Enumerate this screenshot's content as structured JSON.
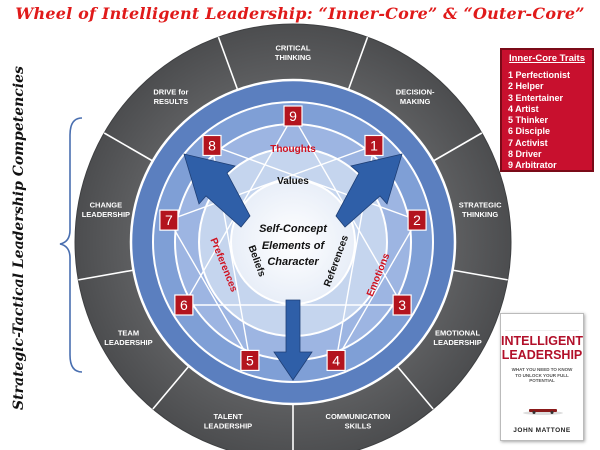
{
  "title": "Wheel of Intelligent Leadership: “Inner-Core” & “Outer-Core”",
  "side_title": "Strategic-Tactical Leadership Competencies",
  "outer_segments": [
    {
      "label": "CRITICAL\nTHINKING"
    },
    {
      "label": "DECISION-\nMAKING"
    },
    {
      "label": "STRATEGIC\nTHINKING"
    },
    {
      "label": "EMOTIONAL\nLEADERSHIP"
    },
    {
      "label": "COMMUNICATION\nSKILLS"
    },
    {
      "label": "TALENT\nLEADERSHIP"
    },
    {
      "label": "TEAM\nLEADERSHIP"
    },
    {
      "label": "CHANGE\nLEADERSHIP"
    },
    {
      "label": "DRIVE for\nRESULTS"
    }
  ],
  "rings": {
    "thoughts": "Thoughts",
    "values": "Values",
    "beliefs": "Beliefs",
    "preferences": "Preferences",
    "references": "References",
    "emotions": "Emotions"
  },
  "core": {
    "line1": "Self-Concept",
    "line2": "Elements of",
    "line3": "Character"
  },
  "enneagram_numbers": [
    "1",
    "2",
    "3",
    "4",
    "5",
    "6",
    "7",
    "8",
    "9"
  ],
  "traits_box": {
    "heading": "Inner-Core Traits",
    "items": [
      "1 Perfectionist",
      "2 Helper",
      "3 Entertainer",
      "4 Artist",
      "5 Thinker",
      "6 Disciple",
      "7 Activist",
      "8 Driver",
      "9 Arbitrator"
    ]
  },
  "book": {
    "top_text": "",
    "title_line1": "INTELLIGENT",
    "title_line2": "LEADERSHIP",
    "subtitle": "WHAT YOU NEED TO KNOW TO UNLOCK YOUR FULL POTENTIAL",
    "author": "JOHN MATTONE"
  },
  "colors": {
    "title_red": "#e01a1a",
    "outer_gray": "#58595b",
    "ring_blue_dark": "#5b7fbf",
    "ring_blue_mid": "#8eaadb",
    "ring_blue_light": "#c5d5ee",
    "number_box_red": "#b3141e",
    "arrow_blue": "#2f5fa8"
  }
}
